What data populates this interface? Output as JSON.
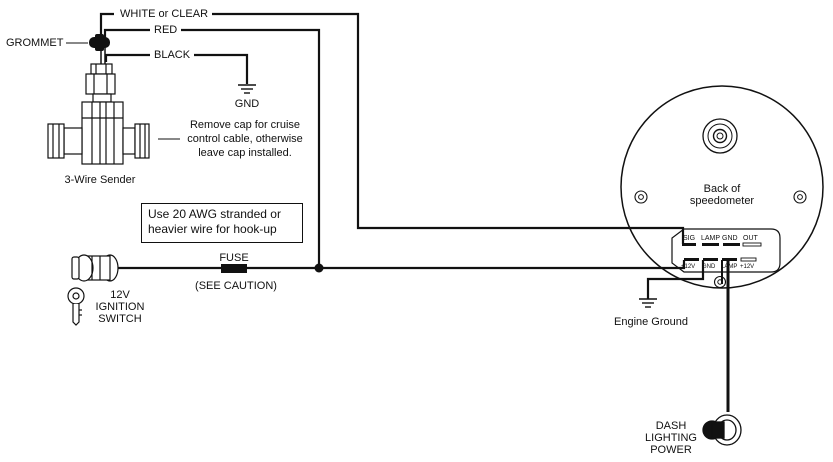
{
  "wires": {
    "white": "WHITE or CLEAR",
    "red": "RED",
    "black": "BLACK"
  },
  "labels": {
    "grommet": "GROMMET",
    "gnd": "GND",
    "cap_note": [
      "Remove cap for cruise",
      "control cable, otherwise",
      "leave cap installed."
    ],
    "sender": "3-Wire Sender",
    "awg_note": [
      "Use 20 AWG stranded or",
      "heavier wire for hook-up"
    ],
    "fuse": "FUSE",
    "caution": "(SEE CAUTION)",
    "ignition": [
      "12V",
      "IGNITION",
      "SWITCH"
    ],
    "speedo": [
      "Back of",
      "speedometer"
    ],
    "engine_ground": "Engine Ground",
    "dash": [
      "DASH",
      "LIGHTING",
      "POWER"
    ]
  },
  "terminals": {
    "top": [
      "SIG",
      "LAMP",
      "GND",
      "OUT"
    ],
    "bottom": [
      "+12V",
      "GND",
      "LAMP",
      "+12V"
    ]
  },
  "colors": {
    "line": "#111111",
    "background": "#ffffff"
  }
}
